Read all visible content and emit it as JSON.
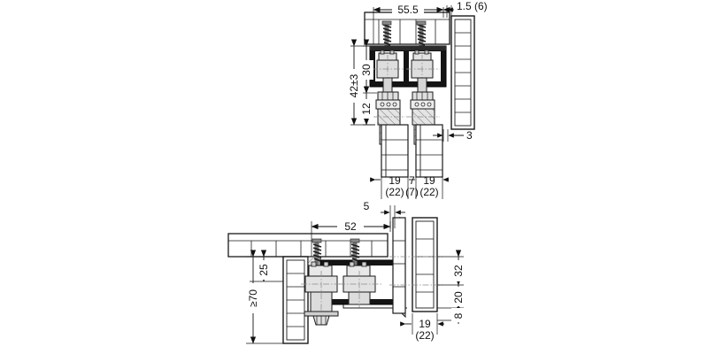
{
  "drawing": {
    "title": "Sliding door fitting installation cross-section",
    "type": "technical-cross-section",
    "units": "mm",
    "colors": {
      "line": "#1a1a1a",
      "fill_light": "#f2f2f2",
      "fill_mid": "#d8d8d8",
      "fill_dark": "#1a1a1a",
      "dim_line": "#111111",
      "center_line": "#888888",
      "background": "#ffffff"
    }
  },
  "dimensions": {
    "top_width": "55.5",
    "top_gap": "1.5 (6)",
    "vert_total": "42±3",
    "vert_upper": "30",
    "vert_lower": "12",
    "right_offset": "3",
    "panel_left": "19\n(22)",
    "panel_left_a": "19",
    "panel_left_b": "(22)",
    "panel_mid_a": "7",
    "panel_mid_b": "(7)",
    "panel_right_a": "19",
    "panel_right_b": "(22)",
    "lower_five": "5",
    "lower_52": "52",
    "lower_25": "25",
    "lower_70": "≥70",
    "right_32": "32",
    "right_20": "20",
    "right_8": "8",
    "bottom_panel_a": "19",
    "bottom_panel_b": "(22)"
  },
  "components": {
    "top_carcase_panel": "top-carcase-panel",
    "track_profile": "running-track-profile",
    "roller_carriage_left": "roller-carriage-left",
    "roller_carriage_right": "roller-carriage-right",
    "suspension_screw_left": "suspension-screw-left",
    "suspension_screw_right": "suspension-screw-right",
    "door_panel_front": "door-panel-front",
    "door_panel_rear": "door-panel-rear",
    "side_panel_right": "side-panel-right",
    "bottom_guide": "bottom-guide",
    "floor_panel": "floor-panel",
    "shelf_panel": "shelf-panel"
  }
}
